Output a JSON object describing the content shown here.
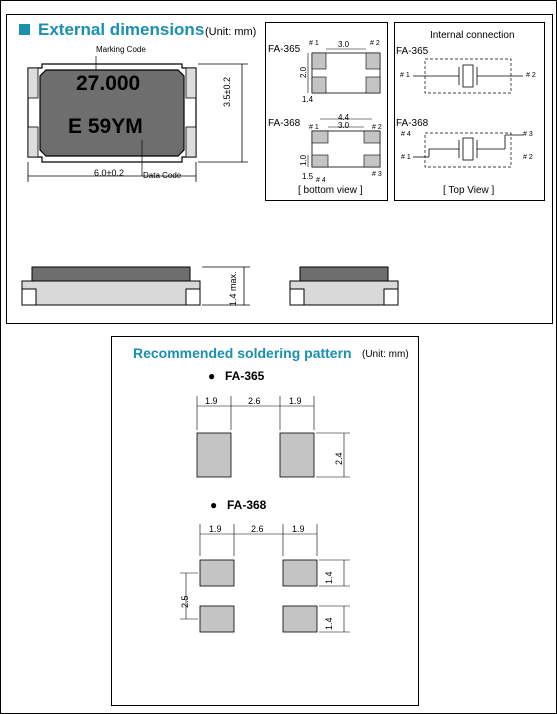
{
  "colors": {
    "accent": "#1a8fb0",
    "pad": "#c4c4c4",
    "body_dark": "#6e6e6e",
    "body_light": "#d9d9d9"
  },
  "external": {
    "title": "External dimensions",
    "unit": "(Unit:  mm)",
    "marking_code_label": "Marking Code",
    "data_code_label": "Data Code",
    "marking_line1": "27.000",
    "marking_line2": "E 59YM",
    "width_dim": "6.0±0.2",
    "height_dim": "3.5±0.2",
    "height_max": "1.4 max."
  },
  "bottom_view": {
    "fa365_label": "FA-365",
    "fa368_label": "FA-368",
    "pin1": "# 1",
    "pin2": "# 2",
    "pin3": "# 3",
    "pin4": "# 4",
    "dim_30": "3.0",
    "dim_44": "4.4",
    "dim_20": "2.0",
    "dim_14": "1.4",
    "dim_10": "1.0",
    "dim_15": "1.5",
    "caption": "[ bottom view ]"
  },
  "internal": {
    "title": "Internal connection",
    "fa365_label": "FA-365",
    "fa368_label": "FA-368",
    "pin1": "# 1",
    "pin2": "# 2",
    "pin3": "# 3",
    "pin4": "# 4",
    "caption": "[ Top View ]"
  },
  "soldering": {
    "title": "Recommended soldering pattern",
    "unit": "(Unit:  mm)",
    "fa365_label": "FA-365",
    "fa368_label": "FA-368",
    "dim_19": "1.9",
    "dim_26": "2.6",
    "dim_24": "2.4",
    "dim_14": "1.4",
    "dim_25": "2.5"
  }
}
